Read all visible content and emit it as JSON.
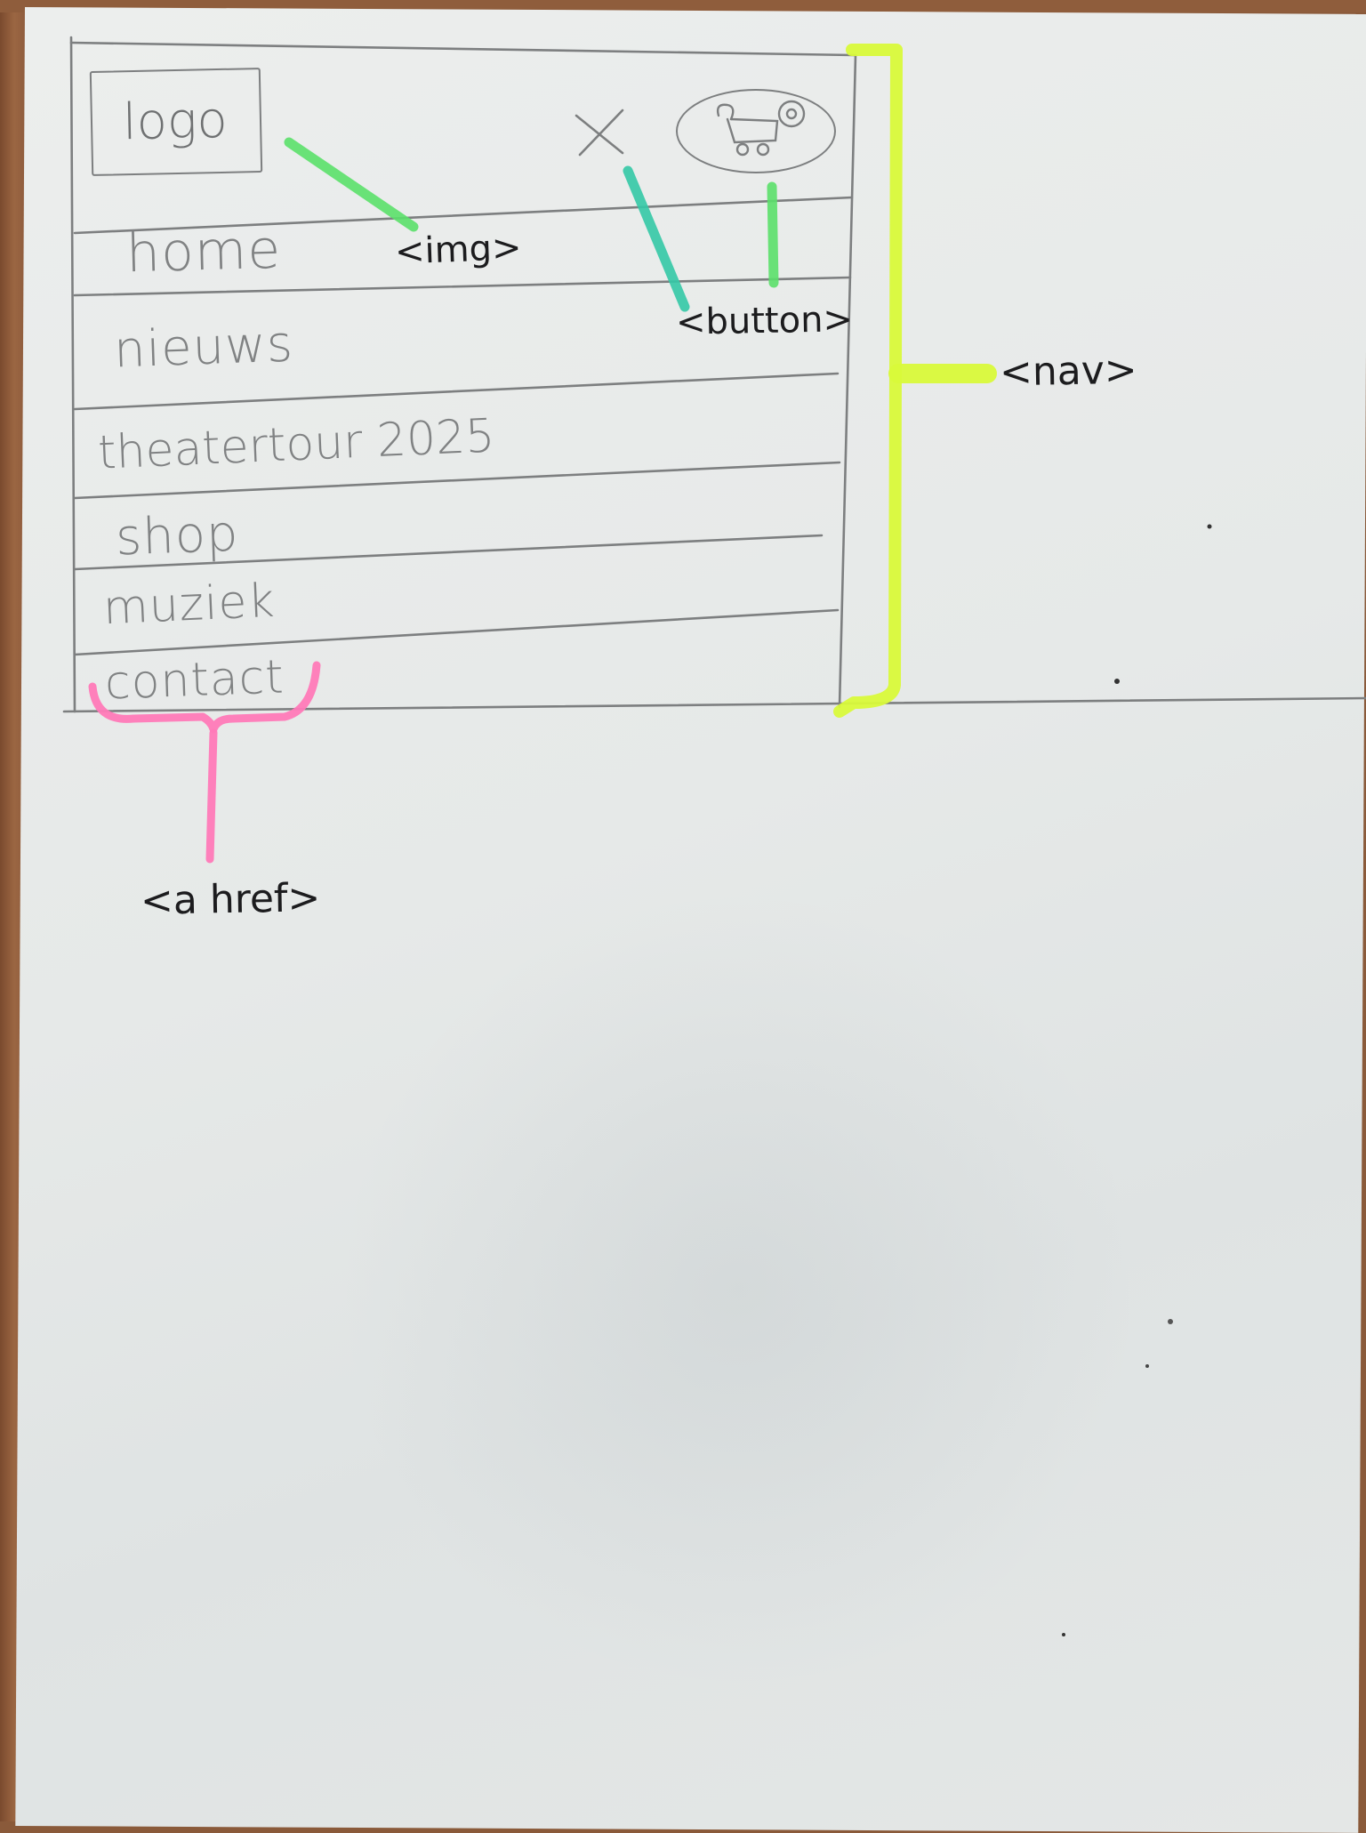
{
  "nav": {
    "logo_text": "logo",
    "close_button_glyph": "×",
    "cart_icon": "cart-icon",
    "links": [
      {
        "label": "home"
      },
      {
        "label": "nieuws"
      },
      {
        "label": "theatertour 2025"
      },
      {
        "label": "shop"
      },
      {
        "label": "muziek"
      },
      {
        "label": "contact"
      }
    ]
  },
  "annotations": {
    "img": "<img>",
    "button": "<button>",
    "nav": "<nav>",
    "a_href": "<a href>"
  },
  "colors": {
    "paper": "#e6e9e8",
    "pencil": "#7d7f80",
    "ink": "#1c1c1e",
    "marker_green": "#5be06a",
    "marker_teal": "#34c9a6",
    "marker_lime": "#d9fa3a",
    "marker_pink": "#ff7ab8"
  }
}
